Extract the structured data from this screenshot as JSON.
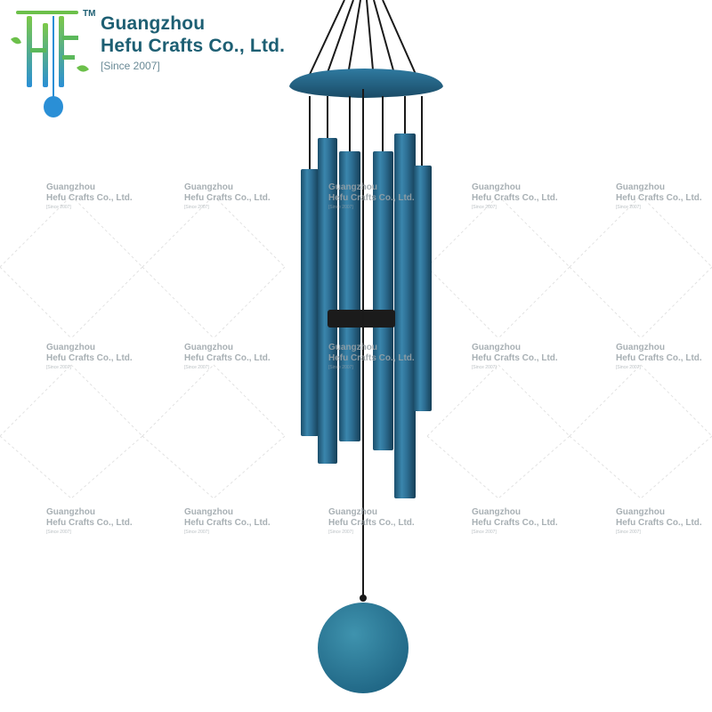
{
  "brand": {
    "line1": "Guangzhou",
    "line2": "Hefu Crafts Co., Ltd.",
    "since": "[Since 2007]",
    "tm": "TM"
  },
  "watermark": {
    "line1": "Guangzhou",
    "line2": "Hefu Crafts Co., Ltd.",
    "line3": "[Since 2007]"
  },
  "colors": {
    "chime_blue": "#2d6e93",
    "brand_teal": "#1d5f73",
    "logo_green": "#6cc04a",
    "logo_blue": "#2a8fd6",
    "cord": "#1a1a1a"
  }
}
